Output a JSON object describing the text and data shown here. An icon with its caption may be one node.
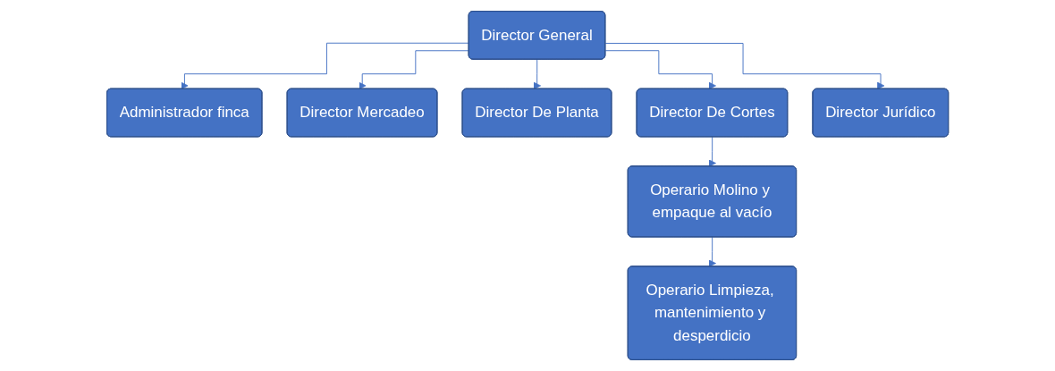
{
  "diagram": {
    "nodes": [
      {
        "text": [
          "Director General"
        ]
      },
      {
        "text": [
          "Administrador finca"
        ]
      },
      {
        "text": [
          "Director Mercadeo"
        ]
      },
      {
        "text": [
          "Director De Planta"
        ]
      },
      {
        "text": [
          "Director De Cortes"
        ]
      },
      {
        "text": [
          "Director Jurídico"
        ]
      },
      {
        "text": [
          "Operario Molino y empaque al vacío"
        ]
      },
      {
        "text": [
          "Operario Limpieza, mantenimiento y desperdicio"
        ]
      }
    ],
    "edges": [
      {
        "from": 0,
        "to": 1,
        "arrow": "to"
      },
      {
        "from": 0,
        "to": 2,
        "arrow": "to"
      },
      {
        "from": 0,
        "to": 3,
        "arrow": "to"
      },
      {
        "from": 0,
        "to": 4,
        "arrow": "to"
      },
      {
        "from": 0,
        "to": 5,
        "arrow": "to"
      },
      {
        "from": 4,
        "to": 6,
        "arrow": "to"
      },
      {
        "from": 6,
        "to": 7,
        "arrow": "to"
      }
    ]
  }
}
